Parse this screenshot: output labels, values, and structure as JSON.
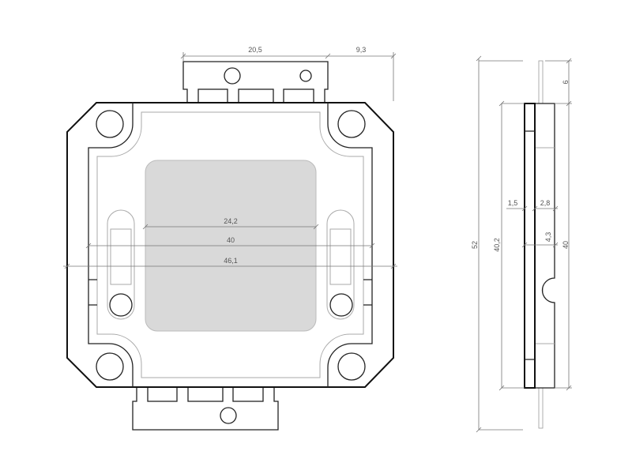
{
  "title": "LED COB module dimension drawing",
  "colors": {
    "outline": "#222222",
    "emitter": "#d9d9d9",
    "dimension": "#777777"
  },
  "front_view": {
    "dimensions": {
      "tab_width": "20,5",
      "tab_offset": "9,3",
      "emitter_width": "24,2",
      "inner_width": "40",
      "overall_width": "46,1"
    }
  },
  "side_view": {
    "dimensions": {
      "overall_height": "52",
      "board_height": "40,2",
      "body_height": "40",
      "pin_length": "6",
      "board_thickness": "1,5",
      "body_thickness": "2,8",
      "total_thickness": "4,3"
    }
  }
}
